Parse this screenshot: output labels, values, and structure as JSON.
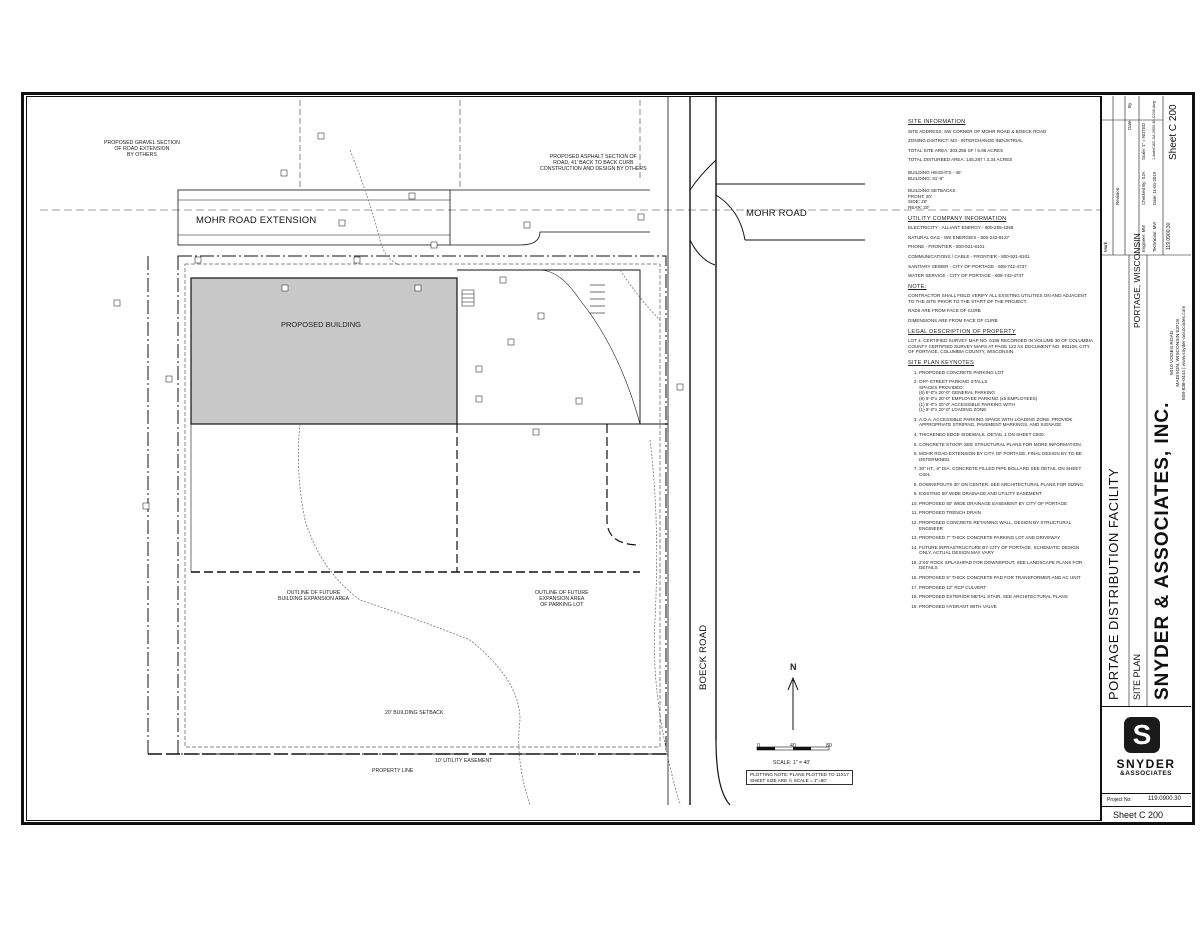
{
  "plan": {
    "proposed_building": "PROPOSED BUILDING",
    "mohr_road_extension": "MOHR ROAD EXTENSION",
    "mohr_road": "MOHR ROAD",
    "boeck_road": "BOECK ROAD",
    "gravel_section": "PROPOSED GRAVEL SECTION\nOF ROAD EXTENSION\nBY OTHERS",
    "asphalt_section": "PROPOSED ASPHALT SECTION OF\nROAD, 41' BACK TO BACK CURB\nCONSTRUCTION AND DESIGN BY OTHERS",
    "future_building": "OUTLINE OF FUTURE\nBUILDING EXPANSION AREA",
    "future_parking": "OUTLINE OF FUTURE\nEXPANSION AREA\nOF PARKING LOT",
    "building_setback": "20' BUILDING SETBACK",
    "utility_easement": "10' UTILITY EASEMENT",
    "property_line": "PROPERTY LINE",
    "scale_label": "SCALE: 1\" = 40'",
    "scale_ticks": [
      "0",
      "40",
      "80"
    ],
    "plotting_note": "PLOTTING NOTE: PLANS PLOTTED TO 11X17\nSHEET SIZE ARE ½ SCALE = 1\"=80'",
    "north": "N"
  },
  "notes": {
    "site_info_title": "SITE INFORMATION",
    "site_info": [
      "SITE ADDRESS: SW CORNER OF MOHR ROAD & BOECK ROAD",
      "ZONING DISTRICT: M3 - INTERCHANGE INDUSTRIAL",
      "TOTAL SITE AREA: 303,256 SF / 6.96  ACRES",
      "TOTAL DISTURBED AREA: 145,287 / 3.34 ACRES"
    ],
    "building_heights": "BUILDING HEIGHTS - 45'\nBUILDING:    31'-6\"",
    "setbacks": "BUILDING SETBACKS\nFRONT: 20'\nSIDE: 20'\nREAR: 20'",
    "utility_title": "UTILITY COMPANY INFORMATION",
    "utilities": [
      "ELECTRICITY - ALLIANT ENERGY - 800-255-4268",
      "NATURAL GAS - WE ENERGIES - 800-242-9137",
      "PHONE - FRONTIER - 800-921-8101",
      "COMMUNICATIONS / CABLE - FRONTIER - 800-921-8101",
      "SANITARY SEWER - CITY OF PORTAGE - 608-742-4737",
      "WATER SERVICE - CITY OF PORTAGE - 608-742-4737"
    ],
    "note_title": "NOTE:",
    "note_items": [
      "CONTRACTOR SHALL FIELD VERIFY ALL EXISTING UTILITIES ON AND ADJACENT TO THE SITE PRIOR TO THE START OF THE PROJECT.",
      "RADII ARE FROM FACE OF CURB",
      "DIMENSIONS ARE FROM FACE OF CURB"
    ],
    "legal_title": "LEGAL DESCRIPTION OF PROPERTY",
    "legal": "LOT 4, CERTIFIED SURVEY MAP NO. 6188 RECORDED IN VOLUME 30 OF COLUMBIA COUNTY CERTIFIED SURVEY MAPS AT PAGE 122 AS DOCUMENT NO. 891106, CITY OF PORTAGE, COLUMBIA COUNTY, WISCONSIN.",
    "keynotes_title": "SITE PLAN KEYNOTES",
    "keynotes": [
      "PROPOSED CONCRETE PARKING LOT",
      "OFF-STREET PARKING STALLS\nSPACES PROVIDED:\n(6) 9'-0\"x 20'-0\" GENERAL PARKING\n(8) 9'-0\"x 20'-0\" EMPLOYEE PARKING (x5 EMPLOYEES)\n(1) 8'-0\"x 20'-0\" ACCESSIBLE PARKING WITH\n(1) 8'-0\"x 20'-0\" LOADING ZONE",
      "A.D.A. ACCESSIBLE PARKING SPACE WITH LOADING ZONE.  PROVIDE APPROPRIATE STRIPING, PAVEMENT MARKINGS, AND SIGNAGE",
      "THICKENED EDGE SIDEWALK. DETAIL 1 ON SHEET C500.",
      "CONCRETE STOOP. SEE STRUCTURAL PLANS FOR MORE INFORMATION.",
      "MOHR ROAD EXTENSION BY CITY OF PORTAGE.  FINAL DESIGN BY TO BE DETERMINED.",
      "30\" HT., 6\" DIA. CONCRETE FILLED PIPE BOLLARD SEE DETAIL ON SHEET C501.",
      "DOWNSPOUTS 30' ON CENTER.  SEE ARCHITECTURAL PLANS FOR SIZING.",
      "EXISTING 50' WIDE DRAINAGE AND UTILITY EASEMENT",
      "PROPOSED 50' WIDE DRAINAGE EASEMENT BY CITY OF PORTAGE",
      "PROPOSED TRENCH DRAIN",
      "PROPOSED CONCRETE RETAINING WALL, DESIGN BY STRUCTURAL ENGINEER",
      "PROPOSED 7\" THICK CONCRETE PARKING LOT AND DRIVEWAY",
      "FUTURE INFRASTRUCTURE BY CITY OF PORTAGE. SCHEMATIC DESIGN ONLY, ACTUAL DESIGN MAY VARY",
      "2'X6' ROCK SPLASHPAD FOR DOWNSPOUT, SEE LANDSCAPE PLANS FOR DETAILS",
      "PROPOSED 5\" THICK CONCRETE PAD FOR TRANSFORMER AND AC UNIT",
      "PROPOSED 12\" RCP CULVERT",
      "PROPOSED EXTERIOR METAL STAIR, SEE ARCHITECTURAL PLANS",
      "PROPOSED HYDRANT WITH VALVE"
    ]
  },
  "title_block": {
    "project": "PORTAGE DISTRIBUTION FACILITY",
    "location": "PORTAGE, WISCONSIN",
    "drawing": "SITE PLAN",
    "firm": "SNYDER & ASSOCIATES, INC.",
    "address": "5010 VOGES ROAD\nMADISON, WISCONSIN 53718\n608-838-0444 | www.snyder-associates.com",
    "revision_header": [
      "Mark",
      "Revision",
      "Date",
      "By"
    ],
    "designer": "Engineer: MW",
    "drawn": "Technician: MW",
    "checked": "Checked By: SJA",
    "date": "Date: 11-01-2019",
    "scale": "Scale: 1\" = NOTED",
    "file": "1-AutoCAD-SA-0900.30-C200.dwg",
    "project_no_label": "Project No:",
    "project_no": "119.0900.30",
    "sheet": "Sheet  C 200",
    "logo_letter": "S",
    "logo_name": "SNYDER",
    "logo_sub": "&ASSOCIATES"
  },
  "colors": {
    "building_fill": "#c8c8c8",
    "line": "#111111"
  }
}
